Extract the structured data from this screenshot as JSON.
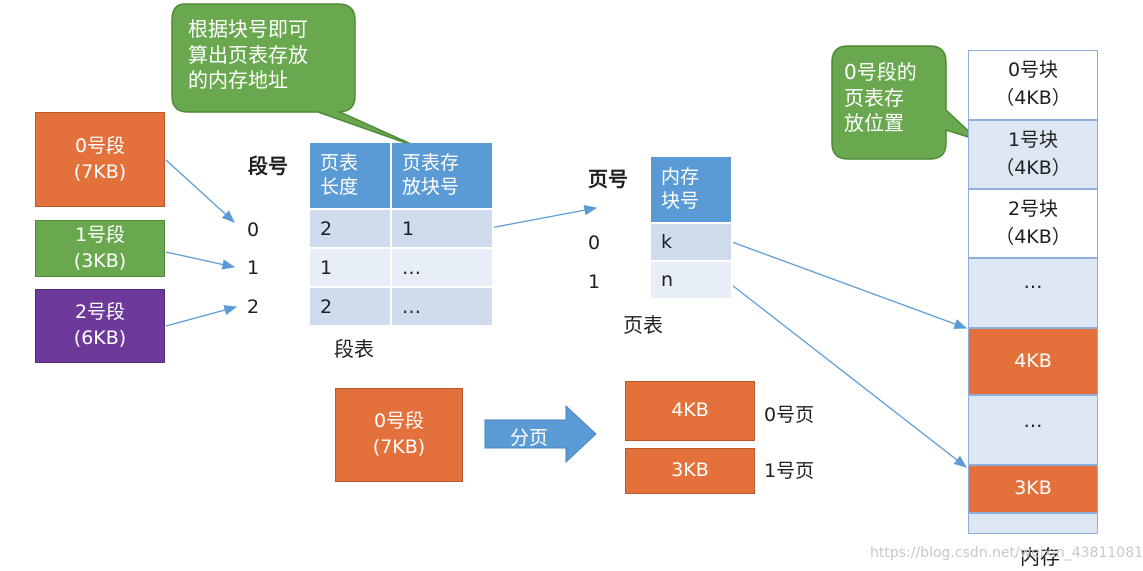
{
  "callouts": {
    "top": [
      "根据块号即可",
      "算出页表存放",
      "的内存地址"
    ],
    "right": [
      "0号段的",
      "页表存",
      "放位置"
    ]
  },
  "segments": [
    {
      "name": "0号段",
      "size": "(7KB)",
      "color": "#e4703b"
    },
    {
      "name": "1号段",
      "size": "(3KB)",
      "color": "#6aa84f"
    },
    {
      "name": "2号段",
      "size": "(6KB)",
      "color": "#6d3a9c"
    }
  ],
  "segment_table": {
    "index_header": "段号",
    "headers": [
      [
        "页表",
        "长度"
      ],
      [
        "页表存",
        "放块号"
      ]
    ],
    "index_labels": [
      "0",
      "1",
      "2"
    ],
    "rows": [
      [
        "2",
        "1"
      ],
      [
        "1",
        "…"
      ],
      [
        "2",
        "…"
      ]
    ],
    "caption": "段表"
  },
  "page_table": {
    "index_header": "页号",
    "headers": [
      [
        "内存",
        "块号"
      ]
    ],
    "index_labels": [
      "0",
      "1"
    ],
    "rows": [
      [
        "k"
      ],
      [
        "n"
      ]
    ],
    "caption": "页表"
  },
  "paging_demo": {
    "segment": {
      "name": "0号段",
      "size": "(7KB)"
    },
    "arrow_label": "分页",
    "pages": [
      {
        "size": "4KB",
        "label": "0号页"
      },
      {
        "size": "3KB",
        "label": "1号页"
      }
    ]
  },
  "memory": {
    "caption": "内存",
    "blocks": [
      {
        "lines": [
          "0号块",
          "（4KB）"
        ],
        "style": "white"
      },
      {
        "lines": [
          "1号块",
          "（4KB）"
        ],
        "style": "light"
      },
      {
        "lines": [
          "2号块",
          "（4KB）"
        ],
        "style": "white"
      },
      {
        "lines": [
          "…"
        ],
        "style": "light"
      },
      {
        "lines": [
          "4KB"
        ],
        "style": "orange"
      },
      {
        "lines": [
          "…"
        ],
        "style": "light"
      },
      {
        "lines": [
          "3KB"
        ],
        "style": "orange"
      },
      {
        "lines": [
          ""
        ],
        "style": "light"
      }
    ]
  },
  "watermark": "https://blog.csdn.net/weixin_43811081"
}
